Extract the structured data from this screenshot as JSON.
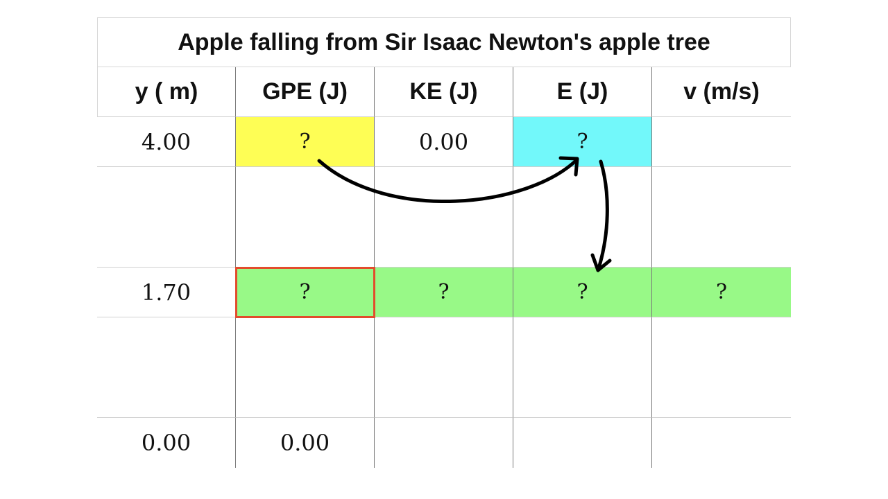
{
  "title": "Apple falling from Sir Isaac Newton's apple tree",
  "headers": [
    "y ( m)",
    "GPE (J)",
    "KE (J)",
    "E (J)",
    "v (m/s)"
  ],
  "rows": [
    [
      "4.00",
      "?",
      "0.00",
      "?",
      ""
    ],
    [
      "",
      "",
      "",
      "",
      ""
    ],
    [
      "1.70",
      "?",
      "?",
      "?",
      "?"
    ],
    [
      "",
      "",
      "",
      "",
      ""
    ],
    [
      "0.00",
      "0.00",
      "",
      "",
      ""
    ]
  ],
  "highlight_colors": {
    "gpe_initial": "#fefe55",
    "energy_initial": "#72f8fa",
    "row_target": "#98f987",
    "selected_border": "#e24c2c"
  }
}
